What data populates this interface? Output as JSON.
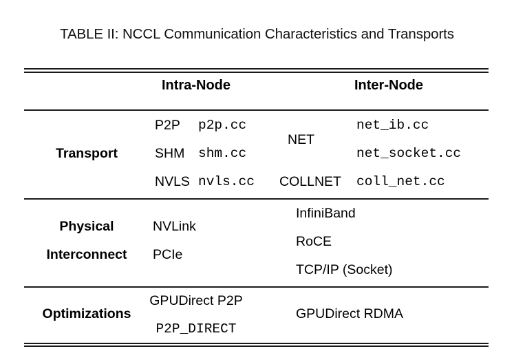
{
  "caption": "TABLE II: NCCL Communication Characteristics and Transports",
  "table": {
    "columns": {
      "row_label": "",
      "intra_node": "Intra-Node",
      "inter_node": "Inter-Node"
    },
    "rows": [
      {
        "label": "Transport",
        "intra_node": {
          "entries": [
            {
              "protocol": "P2P",
              "file": "p2p.cc"
            },
            {
              "protocol": "SHM",
              "file": "shm.cc"
            },
            {
              "protocol": "NVLS",
              "file": "nvls.cc"
            }
          ]
        },
        "inter_node": {
          "entries": [
            {
              "protocol": "NET",
              "file": "net_ib.cc"
            },
            {
              "protocol": "",
              "file": "net_socket.cc"
            },
            {
              "protocol": "COLLNET",
              "file": "coll_net.cc"
            }
          ]
        }
      },
      {
        "label_line1": "Physical",
        "label_line2": "Interconnect",
        "intra_node": {
          "items": [
            "NVLink",
            "PCIe"
          ]
        },
        "inter_node": {
          "items": [
            "InfiniBand",
            "RoCE",
            "TCP/IP (Socket)"
          ]
        }
      },
      {
        "label": "Optimizations",
        "intra_node": {
          "items": [
            "GPUDirect P2P",
            "P2P_DIRECT"
          ]
        },
        "inter_node": {
          "items": [
            "GPUDirect RDMA"
          ]
        }
      }
    ]
  },
  "colors": {
    "text": "#000000",
    "rule": "#1a1a1a",
    "background": "#ffffff"
  }
}
